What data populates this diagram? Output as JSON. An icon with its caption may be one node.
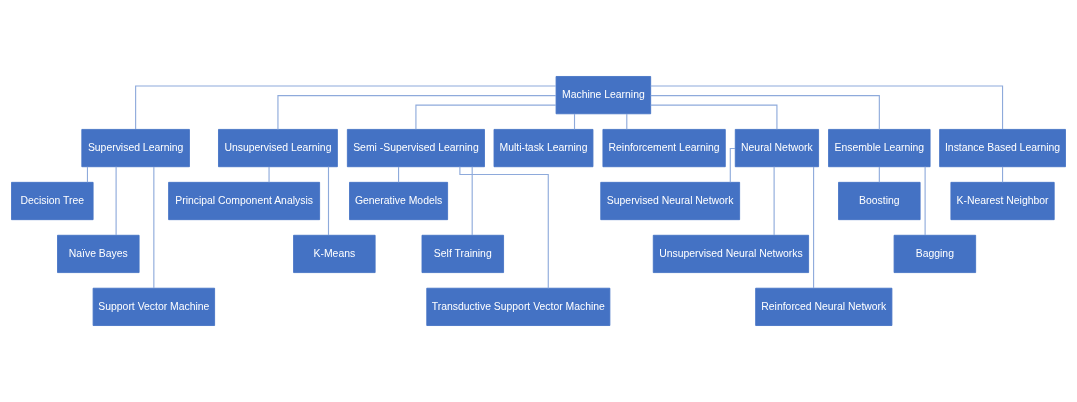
{
  "diagram": {
    "nodes": [
      {
        "text": [
          "Machine Learning"
        ]
      },
      {
        "text": [
          "Supervised Learning"
        ]
      },
      {
        "text": [
          "Unsupervised Learning"
        ]
      },
      {
        "text": [
          "Semi -Supervised Learning"
        ]
      },
      {
        "text": [
          "Multi-task Learning"
        ]
      },
      {
        "text": [
          "Reinforcement Learning"
        ]
      },
      {
        "text": [
          "Neural Network"
        ]
      },
      {
        "text": [
          "Ensemble Learning"
        ]
      },
      {
        "text": [
          "Instance Based Learning"
        ]
      },
      {
        "text": [
          "Decision Tree"
        ]
      },
      {
        "text": [
          "Naïve Bayes"
        ]
      },
      {
        "text": [
          "Support Vector Machine"
        ]
      },
      {
        "text": [
          "Principal Component Analysis"
        ]
      },
      {
        "text": [
          "K-Means"
        ]
      },
      {
        "text": [
          "Generative Models"
        ]
      },
      {
        "text": [
          "Self Training"
        ]
      },
      {
        "text": [
          "Transductive Support Vector Machine"
        ]
      },
      {
        "text": [
          "Supervised Neural Network"
        ]
      },
      {
        "text": [
          "Unsupervised Neural Networks"
        ]
      },
      {
        "text": [
          "Reinforced Neural Network"
        ]
      },
      {
        "text": [
          "Boosting"
        ]
      },
      {
        "text": [
          "Bagging"
        ]
      },
      {
        "text": [
          "K-Nearest Neighbor"
        ]
      }
    ],
    "edges": [
      {
        "from": 0,
        "to": 1,
        "arrow": "none"
      },
      {
        "from": 0,
        "to": 2,
        "arrow": "none"
      },
      {
        "from": 0,
        "to": 3,
        "arrow": "none"
      },
      {
        "from": 0,
        "to": 4,
        "arrow": "none"
      },
      {
        "from": 0,
        "to": 5,
        "arrow": "none"
      },
      {
        "from": 0,
        "to": 6,
        "arrow": "none"
      },
      {
        "from": 0,
        "to": 7,
        "arrow": "none"
      },
      {
        "from": 0,
        "to": 8,
        "arrow": "none"
      },
      {
        "from": 1,
        "to": 9,
        "arrow": "none"
      },
      {
        "from": 1,
        "to": 10,
        "arrow": "none"
      },
      {
        "from": 1,
        "to": 11,
        "arrow": "none"
      },
      {
        "from": 2,
        "to": 12,
        "arrow": "none"
      },
      {
        "from": 2,
        "to": 13,
        "arrow": "none"
      },
      {
        "from": 3,
        "to": 14,
        "arrow": "none"
      },
      {
        "from": 3,
        "to": 15,
        "arrow": "none"
      },
      {
        "from": 3,
        "to": 16,
        "arrow": "none"
      },
      {
        "from": 6,
        "to": 17,
        "arrow": "none"
      },
      {
        "from": 6,
        "to": 18,
        "arrow": "none"
      },
      {
        "from": 6,
        "to": 19,
        "arrow": "none"
      },
      {
        "from": 7,
        "to": 20,
        "arrow": "none"
      },
      {
        "from": 7,
        "to": 21,
        "arrow": "none"
      },
      {
        "from": 8,
        "to": 22,
        "arrow": "none"
      }
    ]
  }
}
